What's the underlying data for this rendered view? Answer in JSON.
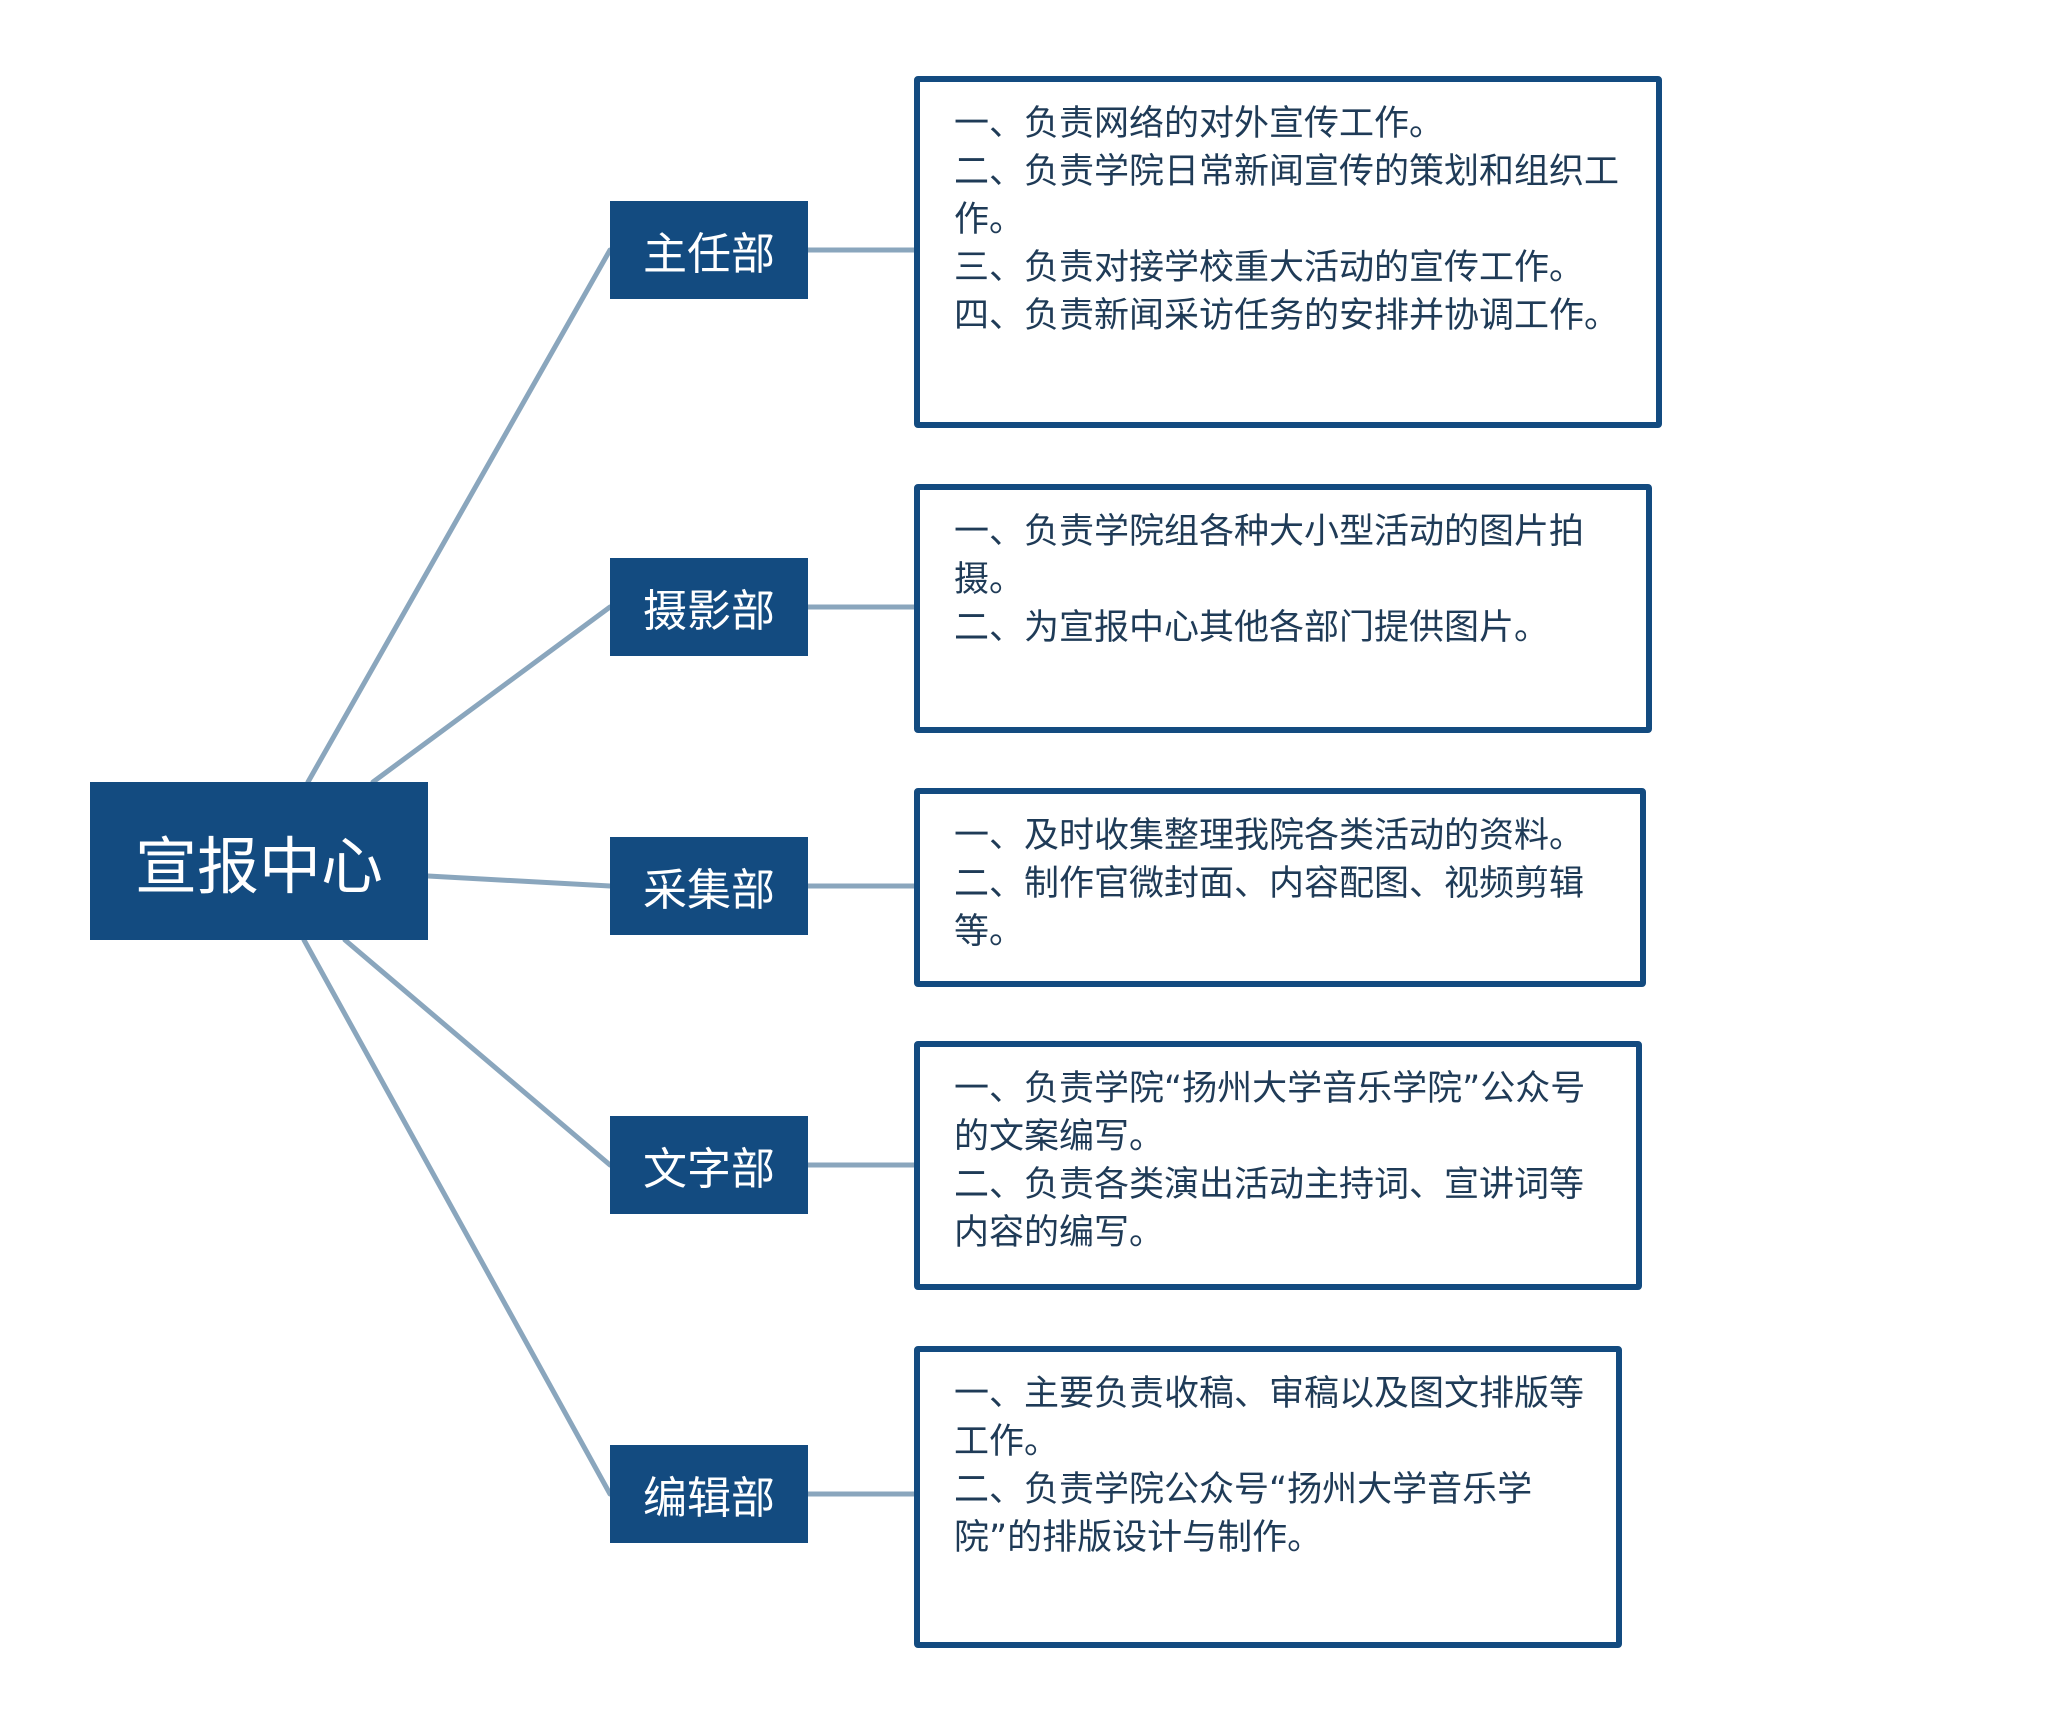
{
  "colors": {
    "node_fill": "#134b80",
    "node_text": "#ffffff",
    "connector": "#8aa6bd",
    "box_border": "#134b80",
    "duty_text": "#1f3b57"
  },
  "root": {
    "label": "宣报中心"
  },
  "departments": [
    {
      "label": "主任部",
      "duties": [
        "一、负责网络的对外宣传工作。",
        "二、负责学院日常新闻宣传的策划和组织工作。",
        "三、负责对接学校重大活动的宣传工作。",
        "四、负责新闻采访任务的安排并协调工作。"
      ]
    },
    {
      "label": "摄影部",
      "duties": [
        "一、负责学院组各种大小型活动的图片拍摄。",
        "二、为宣报中心其他各部门提供图片。"
      ]
    },
    {
      "label": "采集部",
      "duties": [
        "一、及时收集整理我院各类活动的资料。",
        "二、制作官微封面、内容配图、视频剪辑等。"
      ]
    },
    {
      "label": "文字部",
      "duties": [
        "一、负责学院“扬州大学音乐学院”公众号的文案编写。",
        "二、负责各类演出活动主持词、宣讲词等内容的编写。"
      ]
    },
    {
      "label": "编辑部",
      "duties": [
        "一、主要负责收稿、审稿以及图文排版等工作。",
        "二、负责学院公众号“扬州大学音乐学院”的排版设计与制作。"
      ]
    }
  ]
}
